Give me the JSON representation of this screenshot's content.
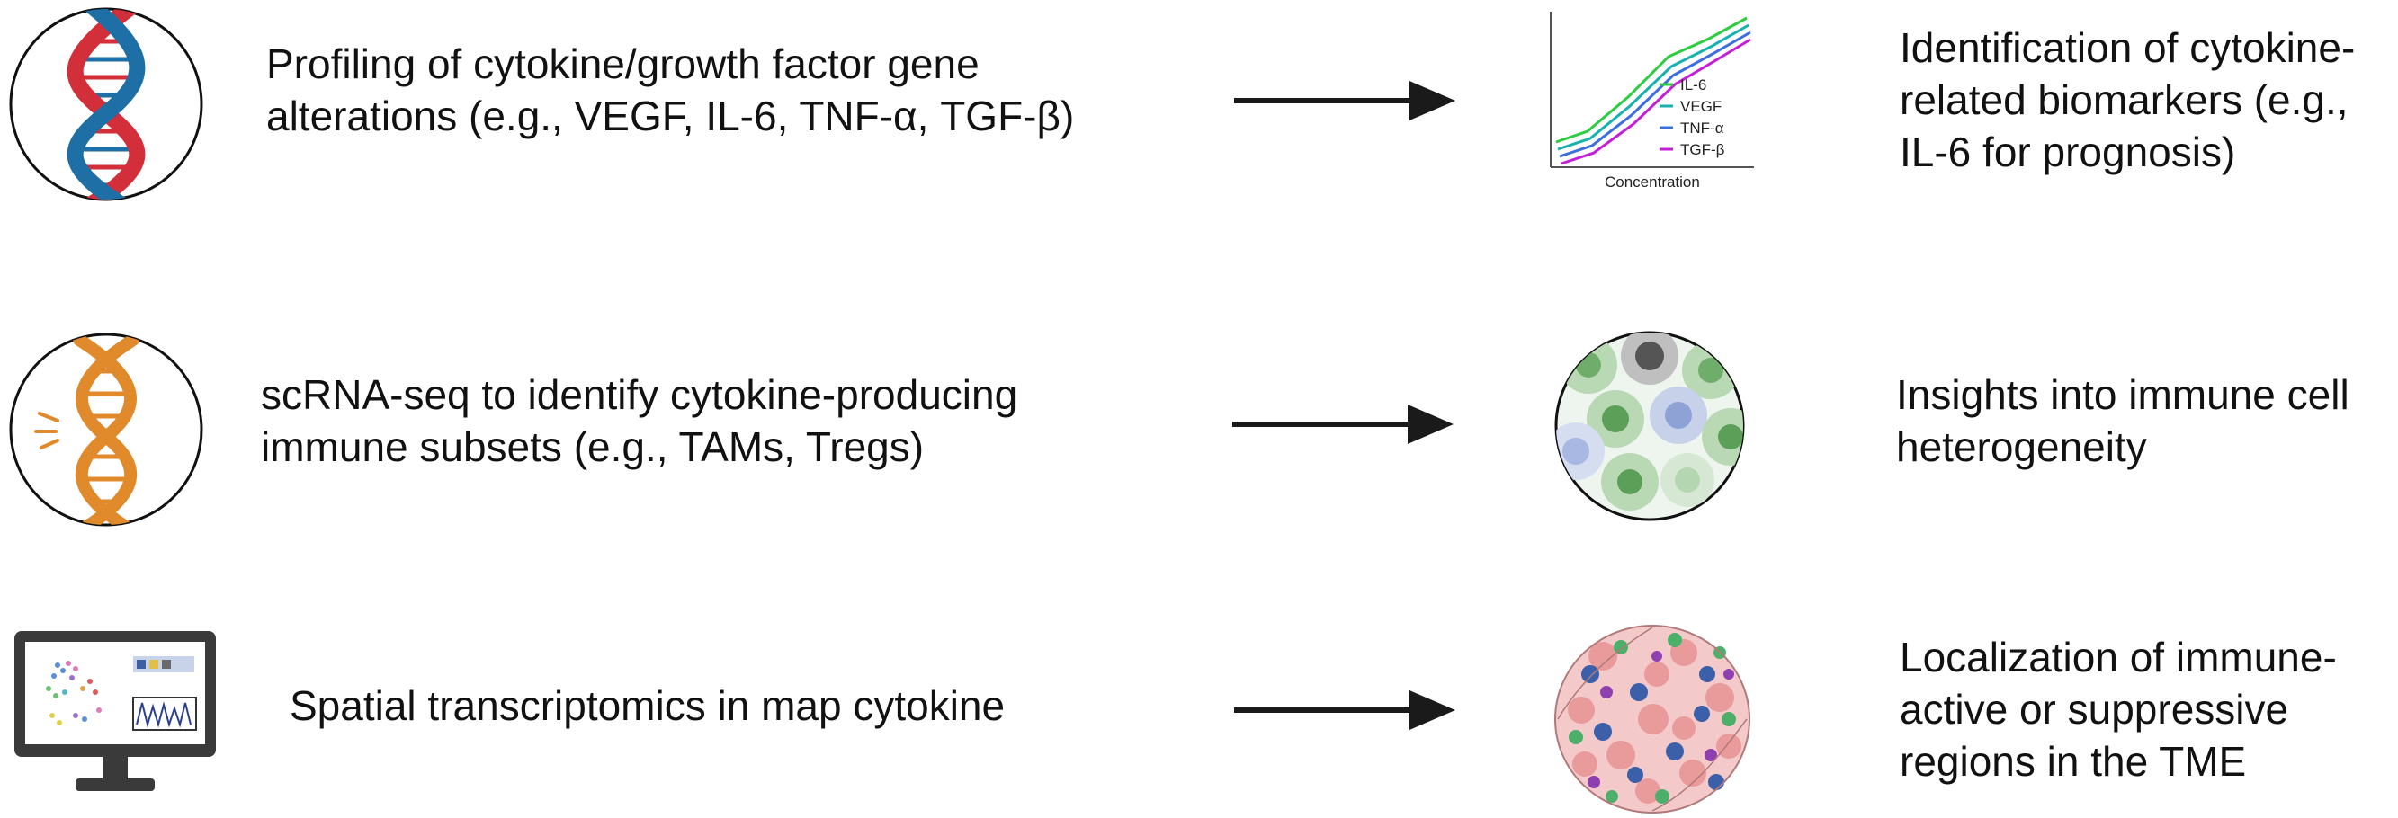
{
  "rows": [
    {
      "method_text": "Profiling of cytokine/growth factor gene\nalterations (e.g., VEGF, IL-6, TNF-α, TGF-β)",
      "outcome_text": "Identification of cytokine-\nrelated biomarkers (e.g.,\nIL-6 for prognosis)",
      "left_icon": "dna-double-helix-icon",
      "middle_icon": "line-chart-icon"
    },
    {
      "method_text": "scRNA-seq to identify cytokine-producing\nimmune subsets (e.g., TAMs, Tregs)",
      "outcome_text": "Insights into immune cell\nheterogeneity",
      "left_icon": "dna-helix-orange-icon",
      "middle_icon": "cell-population-circle-icon"
    },
    {
      "method_text": "Spatial transcriptomics in map cytokine",
      "outcome_text": "Localization of immune-\nactive or suppressive\nregions in the TME",
      "left_icon": "monitor-icon",
      "middle_icon": "tumor-microenvironment-icon"
    }
  ],
  "mini_chart": {
    "xlabel": "Concentration",
    "legend": [
      {
        "name": "IL-6",
        "color": "#2ecc40"
      },
      {
        "name": "VEGF",
        "color": "#17b2b0"
      },
      {
        "name": "TNF-α",
        "color": "#3b6fe0"
      },
      {
        "name": "TGF-β",
        "color": "#c21fd6"
      }
    ]
  },
  "colors": {
    "arrow": "#1a1a1a",
    "dna_red": "#d32f3a",
    "dna_blue": "#1e6fa6",
    "dna_orange": "#e08a2b"
  }
}
